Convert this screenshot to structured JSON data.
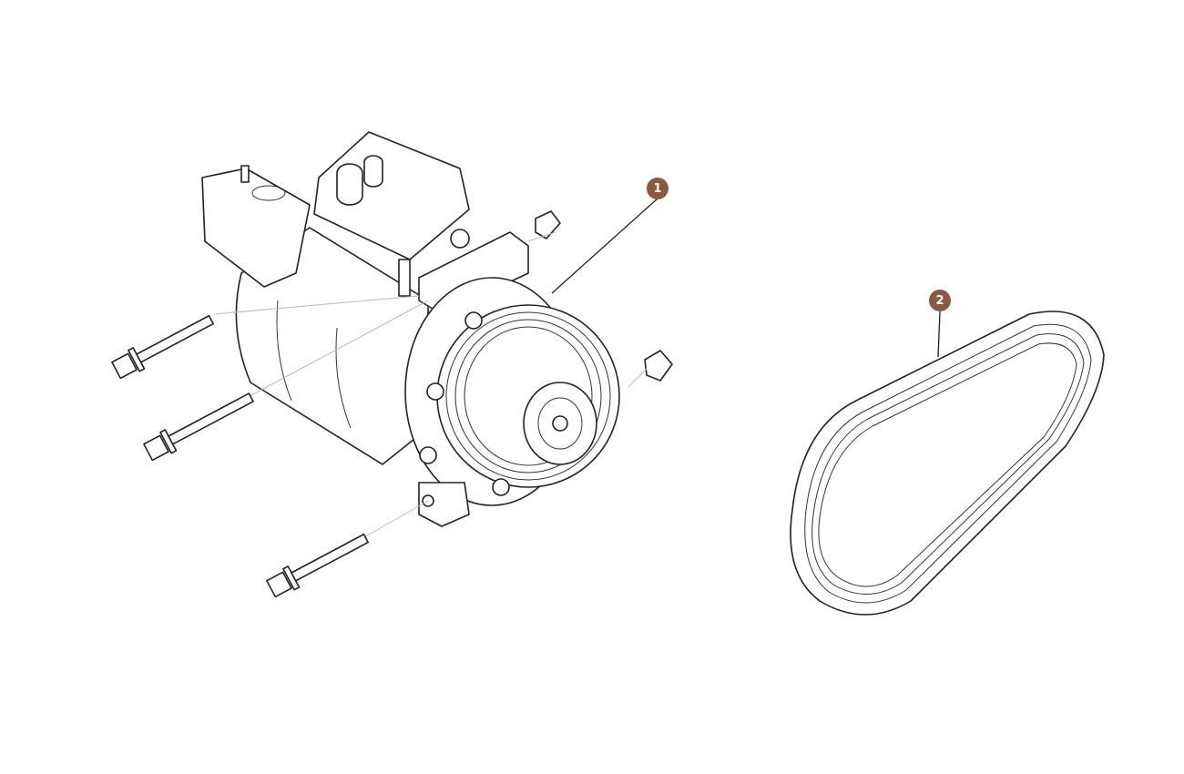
{
  "callouts": [
    {
      "label": "1",
      "part": "compressor"
    },
    {
      "label": "2",
      "part": "belt"
    }
  ],
  "colors": {
    "callout": "#8a5a3f",
    "line": "#222222"
  }
}
